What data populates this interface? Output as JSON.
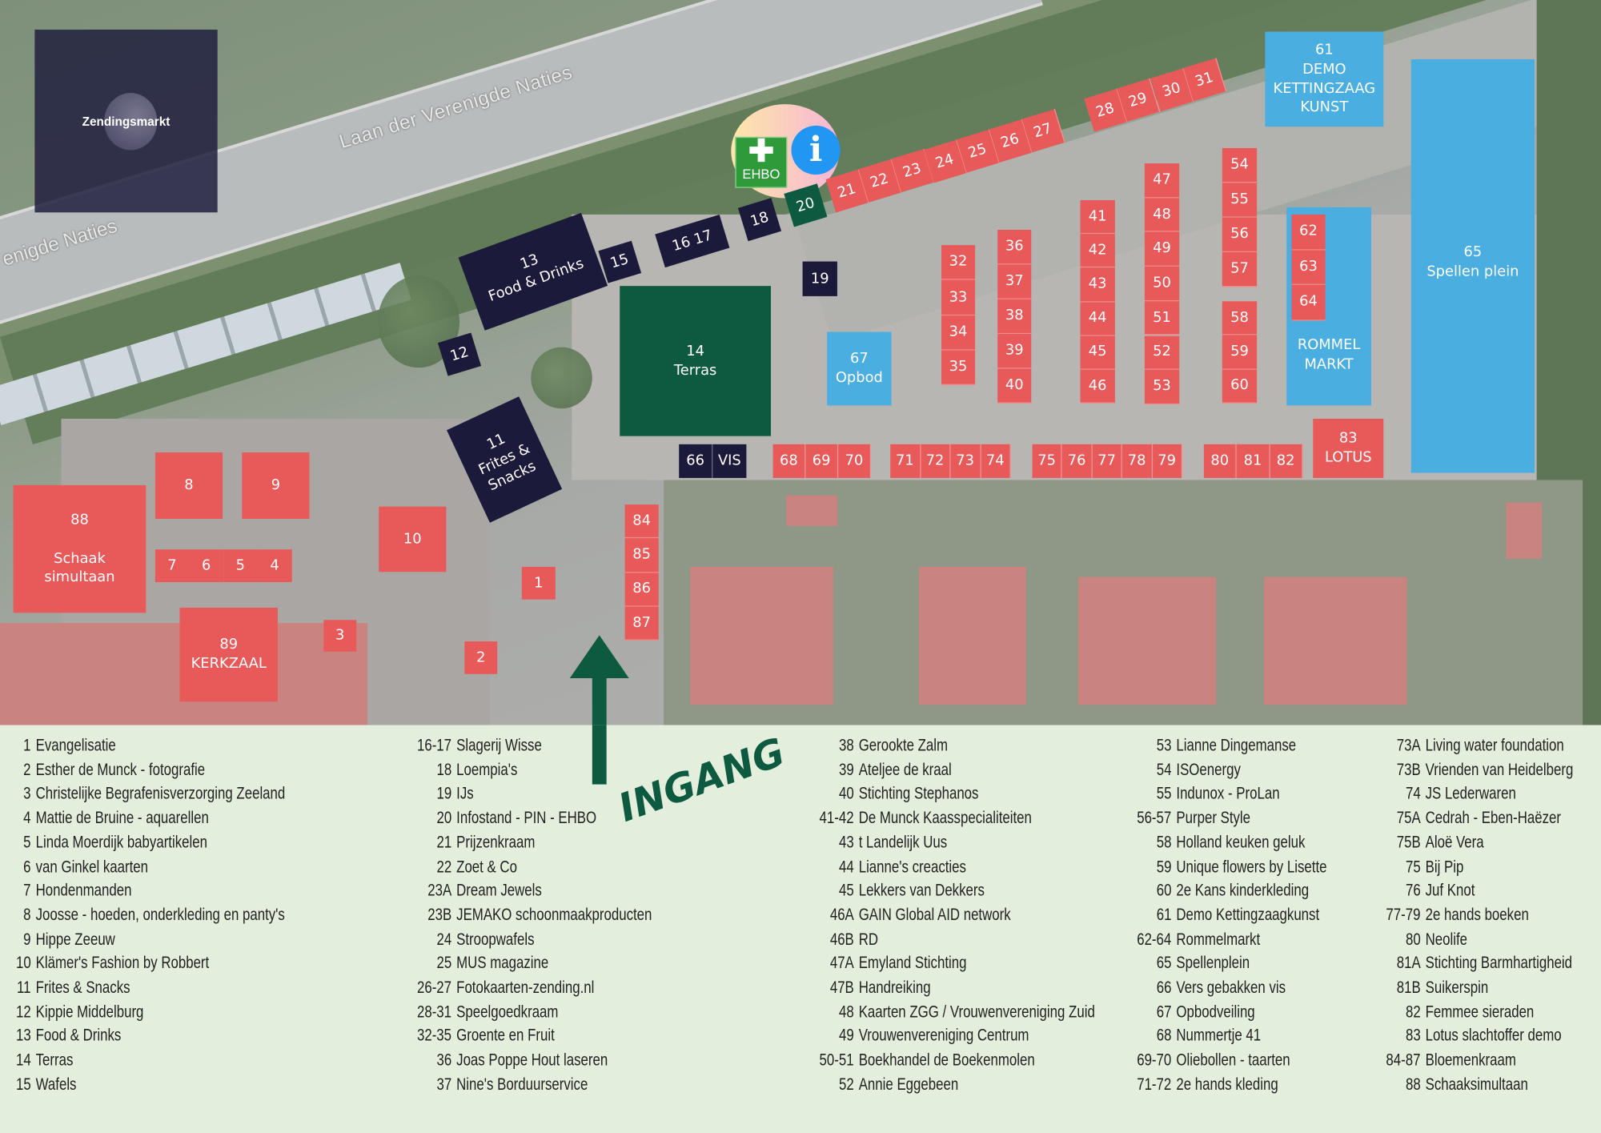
{
  "map": {
    "logo_text": "Zendingsmarkt",
    "road_label_main": "Laan der Verenigde Naties",
    "road_label_partial": "enigde Naties",
    "ehbo_label": "EHBO",
    "entrance_label": "INGANG",
    "colors": {
      "stall": "#e85a5a",
      "food": "#1b1a3a",
      "green": "#0d5a40",
      "blue": "#4aaee0"
    },
    "stalls": [
      {
        "id": "s1",
        "text": [
          "1"
        ]
      },
      {
        "id": "s2",
        "text": [
          "2"
        ]
      },
      {
        "id": "s3",
        "text": [
          "3"
        ]
      },
      {
        "id": "s4",
        "text": [
          "4"
        ]
      },
      {
        "id": "s5",
        "text": [
          "5"
        ]
      },
      {
        "id": "s6",
        "text": [
          "6"
        ]
      },
      {
        "id": "s7",
        "text": [
          "7"
        ]
      },
      {
        "id": "s8",
        "text": [
          "8"
        ]
      },
      {
        "id": "s9",
        "text": [
          "9"
        ]
      },
      {
        "id": "s10",
        "text": [
          "10"
        ]
      },
      {
        "id": "s11",
        "text": [
          "11",
          "Frites &",
          "Snacks"
        ]
      },
      {
        "id": "s12",
        "text": [
          "12"
        ]
      },
      {
        "id": "s13",
        "text": [
          "13",
          "Food & Drinks"
        ]
      },
      {
        "id": "s14",
        "text": [
          "14",
          "Terras"
        ]
      },
      {
        "id": "s15",
        "text": [
          "15"
        ]
      },
      {
        "id": "s16",
        "text": [
          "16  17"
        ]
      },
      {
        "id": "s18",
        "text": [
          "18"
        ]
      },
      {
        "id": "s19",
        "text": [
          "19"
        ]
      },
      {
        "id": "s20",
        "text": [
          "20"
        ]
      },
      {
        "id": "s21",
        "text": [
          "21"
        ]
      },
      {
        "id": "s22",
        "text": [
          "22"
        ]
      },
      {
        "id": "s23",
        "text": [
          "23"
        ]
      },
      {
        "id": "s24",
        "text": [
          "24"
        ]
      },
      {
        "id": "s25",
        "text": [
          "25"
        ]
      },
      {
        "id": "s26",
        "text": [
          "26"
        ]
      },
      {
        "id": "s27",
        "text": [
          "27"
        ]
      },
      {
        "id": "s28",
        "text": [
          "28"
        ]
      },
      {
        "id": "s29",
        "text": [
          "29"
        ]
      },
      {
        "id": "s30",
        "text": [
          "30"
        ]
      },
      {
        "id": "s31",
        "text": [
          "31"
        ]
      },
      {
        "id": "s32",
        "text": [
          "32"
        ]
      },
      {
        "id": "s33",
        "text": [
          "33"
        ]
      },
      {
        "id": "s34",
        "text": [
          "34"
        ]
      },
      {
        "id": "s35",
        "text": [
          "35"
        ]
      },
      {
        "id": "s36",
        "text": [
          "36"
        ]
      },
      {
        "id": "s37",
        "text": [
          "37"
        ]
      },
      {
        "id": "s38",
        "text": [
          "38"
        ]
      },
      {
        "id": "s39",
        "text": [
          "39"
        ]
      },
      {
        "id": "s40",
        "text": [
          "40"
        ]
      },
      {
        "id": "s41",
        "text": [
          "41"
        ]
      },
      {
        "id": "s42",
        "text": [
          "42"
        ]
      },
      {
        "id": "s43",
        "text": [
          "43"
        ]
      },
      {
        "id": "s44",
        "text": [
          "44"
        ]
      },
      {
        "id": "s45",
        "text": [
          "45"
        ]
      },
      {
        "id": "s46",
        "text": [
          "46"
        ]
      },
      {
        "id": "s47",
        "text": [
          "47"
        ]
      },
      {
        "id": "s48",
        "text": [
          "48"
        ]
      },
      {
        "id": "s49",
        "text": [
          "49"
        ]
      },
      {
        "id": "s50",
        "text": [
          "50"
        ]
      },
      {
        "id": "s51",
        "text": [
          "51"
        ]
      },
      {
        "id": "s52",
        "text": [
          "52"
        ]
      },
      {
        "id": "s53",
        "text": [
          "53"
        ]
      },
      {
        "id": "s54",
        "text": [
          "54"
        ]
      },
      {
        "id": "s55",
        "text": [
          "55"
        ]
      },
      {
        "id": "s56",
        "text": [
          "56"
        ]
      },
      {
        "id": "s57",
        "text": [
          "57"
        ]
      },
      {
        "id": "s58",
        "text": [
          "58"
        ]
      },
      {
        "id": "s59",
        "text": [
          "59"
        ]
      },
      {
        "id": "s60",
        "text": [
          "60"
        ]
      },
      {
        "id": "s61",
        "text": [
          "61",
          "DEMO",
          "KETTINGZAAG",
          "KUNST"
        ]
      },
      {
        "id": "srm",
        "text": [
          "",
          "",
          "",
          "",
          "ROMMEL",
          "MARKT"
        ]
      },
      {
        "id": "s62",
        "text": [
          "62"
        ]
      },
      {
        "id": "s63",
        "text": [
          "63"
        ]
      },
      {
        "id": "s64",
        "text": [
          "64"
        ]
      },
      {
        "id": "s65",
        "text": [
          "65",
          "Spellen plein"
        ]
      },
      {
        "id": "s66",
        "text": [
          "66"
        ]
      },
      {
        "id": "svis",
        "text": [
          "VIS"
        ]
      },
      {
        "id": "s67",
        "text": [
          "67",
          "Opbod"
        ]
      },
      {
        "id": "s68",
        "text": [
          "68"
        ]
      },
      {
        "id": "s69",
        "text": [
          "69"
        ]
      },
      {
        "id": "s70",
        "text": [
          "70"
        ]
      },
      {
        "id": "s71",
        "text": [
          "71"
        ]
      },
      {
        "id": "s72",
        "text": [
          "72"
        ]
      },
      {
        "id": "s73",
        "text": [
          "73"
        ]
      },
      {
        "id": "s74",
        "text": [
          "74"
        ]
      },
      {
        "id": "s75",
        "text": [
          "75"
        ]
      },
      {
        "id": "s76",
        "text": [
          "76"
        ]
      },
      {
        "id": "s77",
        "text": [
          "77"
        ]
      },
      {
        "id": "s78",
        "text": [
          "78"
        ]
      },
      {
        "id": "s79",
        "text": [
          "79"
        ]
      },
      {
        "id": "s80",
        "text": [
          "80"
        ]
      },
      {
        "id": "s81",
        "text": [
          "81"
        ]
      },
      {
        "id": "s82",
        "text": [
          "82"
        ]
      },
      {
        "id": "s83",
        "text": [
          "83",
          "LOTUS"
        ]
      },
      {
        "id": "s84",
        "text": [
          "84"
        ]
      },
      {
        "id": "s85",
        "text": [
          "85"
        ]
      },
      {
        "id": "s86",
        "text": [
          "86"
        ]
      },
      {
        "id": "s87",
        "text": [
          "87"
        ]
      },
      {
        "id": "s88",
        "text": [
          "88",
          "",
          "Schaak",
          "simultaan"
        ]
      },
      {
        "id": "s89",
        "text": [
          "89",
          "KERKZAAL"
        ]
      }
    ]
  },
  "legend": {
    "columns": [
      [
        [
          "1",
          "Evangelisatie"
        ],
        [
          "2",
          "Esther de Munck - fotografie"
        ],
        [
          "3",
          "Christelijke Begrafenisverzorging Zeeland"
        ],
        [
          "4",
          "Mattie de Bruine - aquarellen"
        ],
        [
          "5",
          "Linda Moerdijk babyartikelen"
        ],
        [
          "6",
          "van Ginkel kaarten"
        ],
        [
          "7",
          "Hondenmanden"
        ],
        [
          "8",
          "Joosse - hoeden,  onderkleding en panty's"
        ],
        [
          "9",
          "Hippe Zeeuw"
        ],
        [
          "10",
          "Klämer's Fashion by Robbert"
        ],
        [
          "11",
          "Frites & Snacks"
        ],
        [
          "12",
          "Kippie Middelburg"
        ],
        [
          "13",
          "Food & Drinks"
        ],
        [
          "14",
          "Terras"
        ],
        [
          "15",
          "Wafels"
        ]
      ],
      [
        [
          "16-17",
          "Slagerij Wisse"
        ],
        [
          "18",
          "Loempia's"
        ],
        [
          "19",
          "IJs"
        ],
        [
          "20",
          "Infostand - PIN - EHBO"
        ],
        [
          "21",
          "Prijzenkraam"
        ],
        [
          "22",
          "Zoet & Co"
        ],
        [
          "23A",
          "Dream Jewels"
        ],
        [
          "23B",
          "JEMAKO schoonmaakproducten"
        ],
        [
          "24",
          "Stroopwafels"
        ],
        [
          "25",
          "MUS magazine"
        ],
        [
          "26-27",
          "Fotokaarten-zending.nl"
        ],
        [
          "28-31",
          "Speelgoedkraam"
        ],
        [
          "32-35",
          "Groente en Fruit"
        ],
        [
          "36",
          "Joas Poppe Hout laseren"
        ],
        [
          "37",
          "Nine's Borduurservice"
        ]
      ],
      [
        [
          "38",
          "Gerookte Zalm"
        ],
        [
          "39",
          "Ateljee de kraal"
        ],
        [
          "40",
          "Stichting Stephanos"
        ],
        [
          "41-42",
          "De Munck Kaasspecialiteiten"
        ],
        [
          "43",
          "t Landelijk Uus"
        ],
        [
          "44",
          "Lianne's creacties"
        ],
        [
          "45",
          "Lekkers van Dekkers"
        ],
        [
          "46A",
          "GAIN Global AID network"
        ],
        [
          "46B",
          "RD"
        ],
        [
          "47A",
          "Emyland Stichting"
        ],
        [
          "47B",
          "Handreiking"
        ],
        [
          "48",
          "Kaarten ZGG / Vrouwenvereniging Zuid"
        ],
        [
          "49",
          "Vrouwenvereniging Centrum"
        ],
        [
          "50-51",
          "Boekhandel de Boekenmolen"
        ],
        [
          "52",
          "Annie Eggebeen"
        ]
      ],
      [
        [
          "53",
          "Lianne Dingemanse"
        ],
        [
          "54",
          "ISOenergy"
        ],
        [
          "55",
          "Indunox - ProLan"
        ],
        [
          "56-57",
          "Purper Style"
        ],
        [
          "58",
          "Holland keuken geluk"
        ],
        [
          "59",
          "Unique flowers by Lisette"
        ],
        [
          "60",
          "2e Kans kinderkleding"
        ],
        [
          "61",
          "Demo Kettingzaagkunst"
        ],
        [
          "62-64",
          "Rommelmarkt"
        ],
        [
          "65",
          "Spellenplein"
        ],
        [
          "66",
          "Vers gebakken vis"
        ],
        [
          "67",
          "Opbodveiling"
        ],
        [
          "68",
          "Nummertje 41"
        ],
        [
          "69-70",
          "Oliebollen - taarten"
        ],
        [
          "71-72",
          "2e hands kleding"
        ]
      ],
      [
        [
          "73A",
          "Living water foundation"
        ],
        [
          "73B",
          "Vrienden van Heidelberg"
        ],
        [
          "74",
          "JS Lederwaren"
        ],
        [
          "75A",
          "Cedrah - Eben-Haëzer"
        ],
        [
          "75B",
          "Aloë Vera"
        ],
        [
          "75",
          "Bij Pip"
        ],
        [
          "76",
          "Juf Knot"
        ],
        [
          "77-79",
          "2e hands boeken"
        ],
        [
          "80",
          "Neolife"
        ],
        [
          "81A",
          "Stichting Barmhartigheid"
        ],
        [
          "81B",
          "Suikerspin"
        ],
        [
          "82",
          "Femmee sieraden"
        ],
        [
          "83",
          "Lotus slachtoffer demo"
        ],
        [
          "84-87",
          "Bloemenkraam"
        ],
        [
          "88",
          "Schaaksimultaan"
        ]
      ]
    ]
  }
}
